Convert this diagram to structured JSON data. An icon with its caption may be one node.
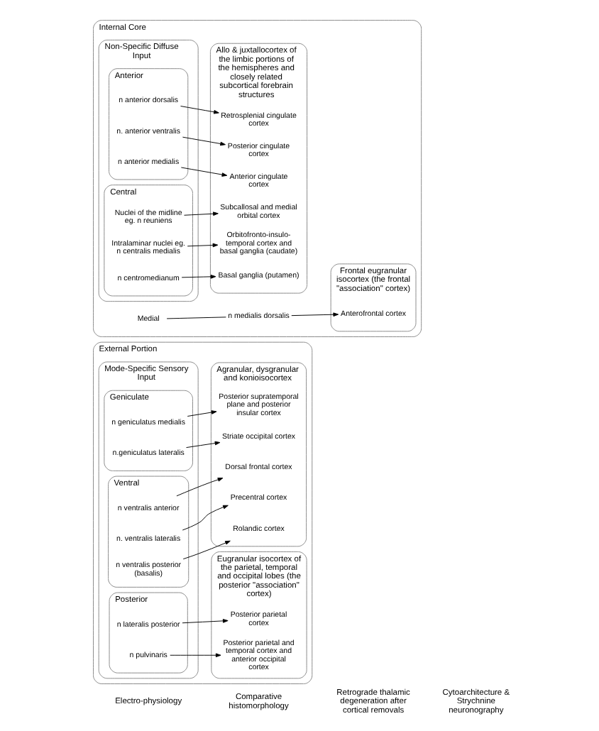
{
  "diagram": {
    "nodes": [
      {
        "text": [
          "External Portion"
        ]
      },
      {
        "text": [
          "Mode-Specific Sensory Input"
        ],
        "in": 0
      },
      {
        "text": [
          "Posterior"
        ],
        "in": 1
      },
      {
        "text": [
          "n lateralis posterior"
        ],
        "in": 2
      },
      {
        "text": [
          "n pulvinaris"
        ],
        "in": 2
      },
      {
        "text": [
          "Ventral"
        ],
        "in": 1
      },
      {
        "text": [
          "n ventralis anterior"
        ],
        "in": 5
      },
      {
        "text": [
          "n. ventralis lateralis"
        ],
        "in": 5
      },
      {
        "text": [
          "n ventralis posterior (basalis)"
        ],
        "in": 5
      },
      {
        "text": [
          "Geniculate"
        ],
        "in": 1
      },
      {
        "text": [
          "n geniculatus medialis"
        ],
        "in": 9
      },
      {
        "text": [
          "n.geniculatus lateralis"
        ],
        "in": 9
      },
      {
        "text": [
          "Eugranular isocortex of the parietal, temporal and occipital lobes (the posterior \"association\" cortex)"
        ],
        "in": 0
      },
      {
        "text": [
          "Posterior parietal cortex"
        ],
        "in": 12
      },
      {
        "text": [
          "Posterior parietal and temporal cortex and anterior occipital cortex"
        ],
        "in": 12
      },
      {
        "text": [
          "Agranular, dysgranular and konioisocortex"
        ],
        "in": 0
      },
      {
        "text": [
          "Dorsal frontal cortex"
        ],
        "in": 15
      },
      {
        "text": [
          "Precentral cortex"
        ],
        "in": 15
      },
      {
        "text": [
          "Rolandic cortex"
        ],
        "in": 15
      },
      {
        "text": [
          "Posterior supratemporal plane and posterior insular cortex"
        ],
        "in": 15
      },
      {
        "text": [
          "Striate occipital cortex"
        ],
        "in": 15
      },
      {
        "text": [
          "Internal Core"
        ]
      },
      {
        "text": [
          "Non-Specific Diffuse Input"
        ],
        "in": 21
      },
      {
        "text": [
          "Anterior"
        ],
        "in": 22
      },
      {
        "text": [
          "n anterior dorsalis"
        ],
        "in": 23
      },
      {
        "text": [
          "n. anterior ventralis"
        ],
        "in": 23
      },
      {
        "text": [
          "n anterior medialis"
        ],
        "in": 23
      },
      {
        "text": [
          "Central"
        ],
        "in": 22
      },
      {
        "text": [
          "Nuclei of the midline eg. n reuniens"
        ],
        "in": 27
      },
      {
        "text": [
          "Intralaminar nuclei eg. n centralis medialis"
        ],
        "in": 27
      },
      {
        "text": [
          "n centromedianum"
        ],
        "in": 27
      },
      {
        "text": [
          "Medial"
        ],
        "in": 21
      },
      {
        "text": [
          "n medialis dorsalis"
        ],
        "in": 21
      },
      {
        "text": [
          "Allo & juxtallocortex of the limbic portions of the hemispheres and closely related subcortical forebrain structures"
        ],
        "in": 21
      },
      {
        "text": [
          "Retrosplenial cingulate cortex"
        ],
        "in": 33
      },
      {
        "text": [
          "Posterior cingulate cortex"
        ],
        "in": 33
      },
      {
        "text": [
          "Anterior cingulate cortex"
        ],
        "in": 33
      },
      {
        "text": [
          "Subcallosal and medial orbital cortex"
        ],
        "in": 33
      },
      {
        "text": [
          "Orbitofronto-insulo-temporal cortex and basal ganglia (caudate)"
        ],
        "in": 33
      },
      {
        "text": [
          "Basal ganglia (putamen)"
        ],
        "in": 33
      },
      {
        "text": [
          "Frontal eugranular isocortex (the frontal \"association\" cortex)"
        ],
        "in": 21
      },
      {
        "text": [
          "Anterofrontal cortex"
        ],
        "in": 40
      }
    ],
    "edges": [
      {
        "from": 3,
        "to": 13,
        "arrow": "to"
      },
      {
        "from": 4,
        "to": 14,
        "arrow": "to"
      },
      {
        "from": 6,
        "to": 16,
        "arrow": "to"
      },
      {
        "from": 7,
        "to": 17,
        "arrow": "to"
      },
      {
        "from": 8,
        "to": 18,
        "arrow": "to"
      },
      {
        "from": 10,
        "to": 19,
        "arrow": "to"
      },
      {
        "from": 11,
        "to": 20,
        "arrow": "to"
      },
      {
        "from": 24,
        "to": 34,
        "arrow": "to"
      },
      {
        "from": 25,
        "to": 35,
        "arrow": "to"
      },
      {
        "from": 26,
        "to": 36,
        "arrow": "to"
      },
      {
        "from": 28,
        "to": 37,
        "arrow": "to"
      },
      {
        "from": 29,
        "to": 38,
        "arrow": "to"
      },
      {
        "from": 30,
        "to": 39,
        "arrow": "to"
      },
      {
        "from": 31,
        "to": 32,
        "arrow": "none"
      },
      {
        "from": 32,
        "to": 41,
        "arrow": "to"
      }
    ],
    "labels": [
      "Electro-physiology",
      "Comparative histomorphology",
      "Retrograde thalamic degeneration after cortical removals",
      "Cytoarchitecture & Strychnine neuronography"
    ]
  }
}
